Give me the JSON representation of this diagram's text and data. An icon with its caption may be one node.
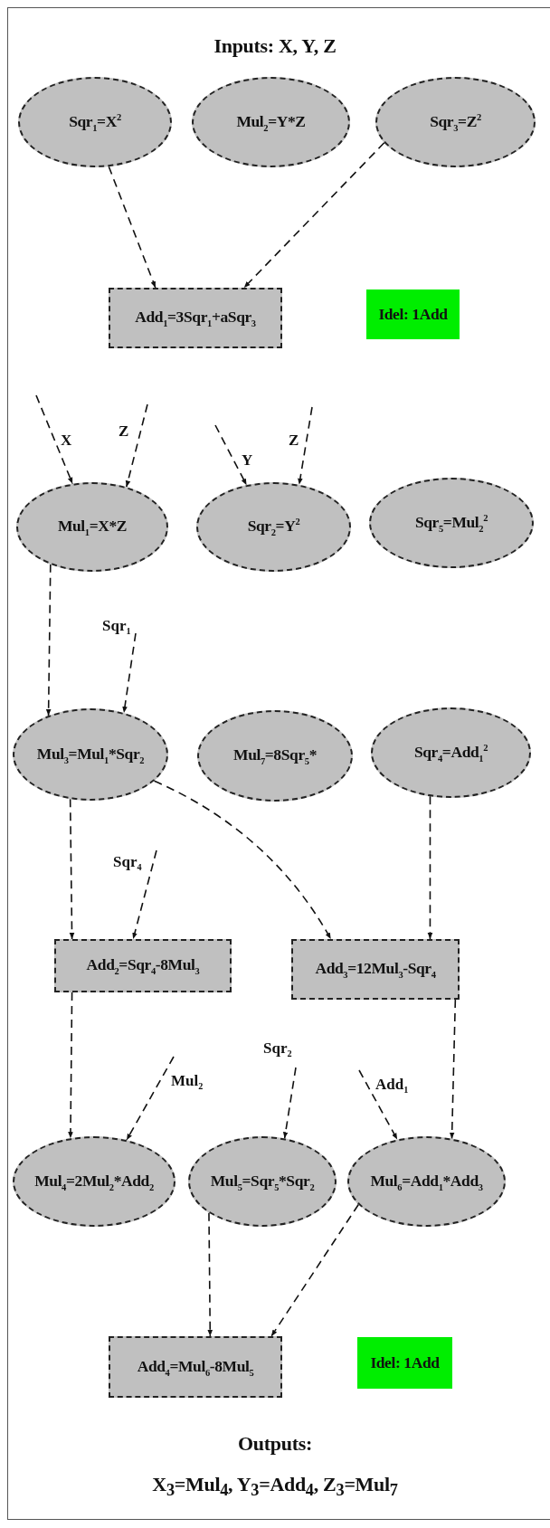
{
  "diagram": {
    "title": "Inputs: X, Y, Z",
    "nodes": [
      {
        "text": [
          "Sqr$_{1}$=X$^{2}$"
        ]
      },
      {
        "text": [
          "Mul$_{2}$=Y*Z"
        ]
      },
      {
        "text": [
          "Sqr$_{3}$=Z$^{2}$"
        ]
      },
      {
        "text": [
          "Add$_{1}$=3Sqr$_{1}$+aSqr$_{3}$"
        ]
      },
      {
        "text": [
          "Idel: 1Add"
        ]
      },
      {
        "text": [
          "Mul$_{1}$=X*Z"
        ]
      },
      {
        "text": [
          "Sqr$_{2}$=Y$^{2}$"
        ]
      },
      {
        "text": [
          "Sqr$_{5}$=Mul$_{2}$$^{2}$"
        ]
      },
      {
        "text": [
          "Mul$_{3}$=Mul$_{1}$*Sqr$_{2}$"
        ]
      },
      {
        "text": [
          "Mul$_{7}$=8Sqr$_{5}$*"
        ]
      },
      {
        "text": [
          "Sqr$_{4}$=Add$_{1}$$^{2}$"
        ]
      },
      {
        "text": [
          "Add$_{2}$=Sqr$_{4}$-8Mul$_{3}$"
        ]
      },
      {
        "text": [
          "Add$_{3}$=12Mul$_{3}$-Sqr$_{4}$"
        ]
      },
      {
        "text": [
          "Mul$_{4}$=2Mul$_{2}$*Add$_{2}$"
        ]
      },
      {
        "text": [
          "Mul$_{5}$=Sqr$_{5}$*Sqr$_{2}$"
        ]
      },
      {
        "text": [
          "Mul$_{6}$=Add$_{1}$*Add$_{3}$"
        ]
      },
      {
        "text": [
          "Add$_{4}$=Mul$_{6}$-8Mul$_{5}$"
        ]
      },
      {
        "text": [
          "Idel: 1Add"
        ]
      }
    ],
    "edges": [
      {
        "from": 0,
        "to": 3,
        "arrow": "to"
      },
      {
        "from": 2,
        "to": 3,
        "arrow": "to"
      },
      {
        "from": null,
        "to": 5,
        "arrow": "to",
        "label": "X"
      },
      {
        "from": null,
        "to": 5,
        "arrow": "to",
        "label": "Z"
      },
      {
        "from": null,
        "to": 6,
        "arrow": "to",
        "label": "Y"
      },
      {
        "from": null,
        "to": 6,
        "arrow": "to",
        "label": "Z"
      },
      {
        "from": 5,
        "to": 8,
        "arrow": "to"
      },
      {
        "from": null,
        "to": 8,
        "arrow": "to",
        "label": "Sqr$_{1}$"
      },
      {
        "from": 8,
        "to": 11,
        "arrow": "to"
      },
      {
        "from": null,
        "to": 11,
        "arrow": "to",
        "label": "Sqr$_{4}$"
      },
      {
        "from": 8,
        "to": 12,
        "arrow": "to"
      },
      {
        "from": 10,
        "to": 12,
        "arrow": "to"
      },
      {
        "from": 11,
        "to": 13,
        "arrow": "to"
      },
      {
        "from": null,
        "to": 13,
        "arrow": "to",
        "label": "Mul$_{2}$"
      },
      {
        "from": 12,
        "to": 15,
        "arrow": "to"
      },
      {
        "from": null,
        "to": 14,
        "arrow": "to",
        "label": "Sqr$_{2}$"
      },
      {
        "from": null,
        "to": 15,
        "arrow": "to",
        "label": "Add$_{1}$"
      },
      {
        "from": 14,
        "to": 16,
        "arrow": "to"
      },
      {
        "from": 15,
        "to": 16,
        "arrow": "to"
      }
    ],
    "labels": [
      "Outputs:",
      "X$_{3}$=Mul$_{4}$, Y$_{3}$=Add$_{4}$, Z$_{3}$=Mul$_{7}$"
    ]
  }
}
